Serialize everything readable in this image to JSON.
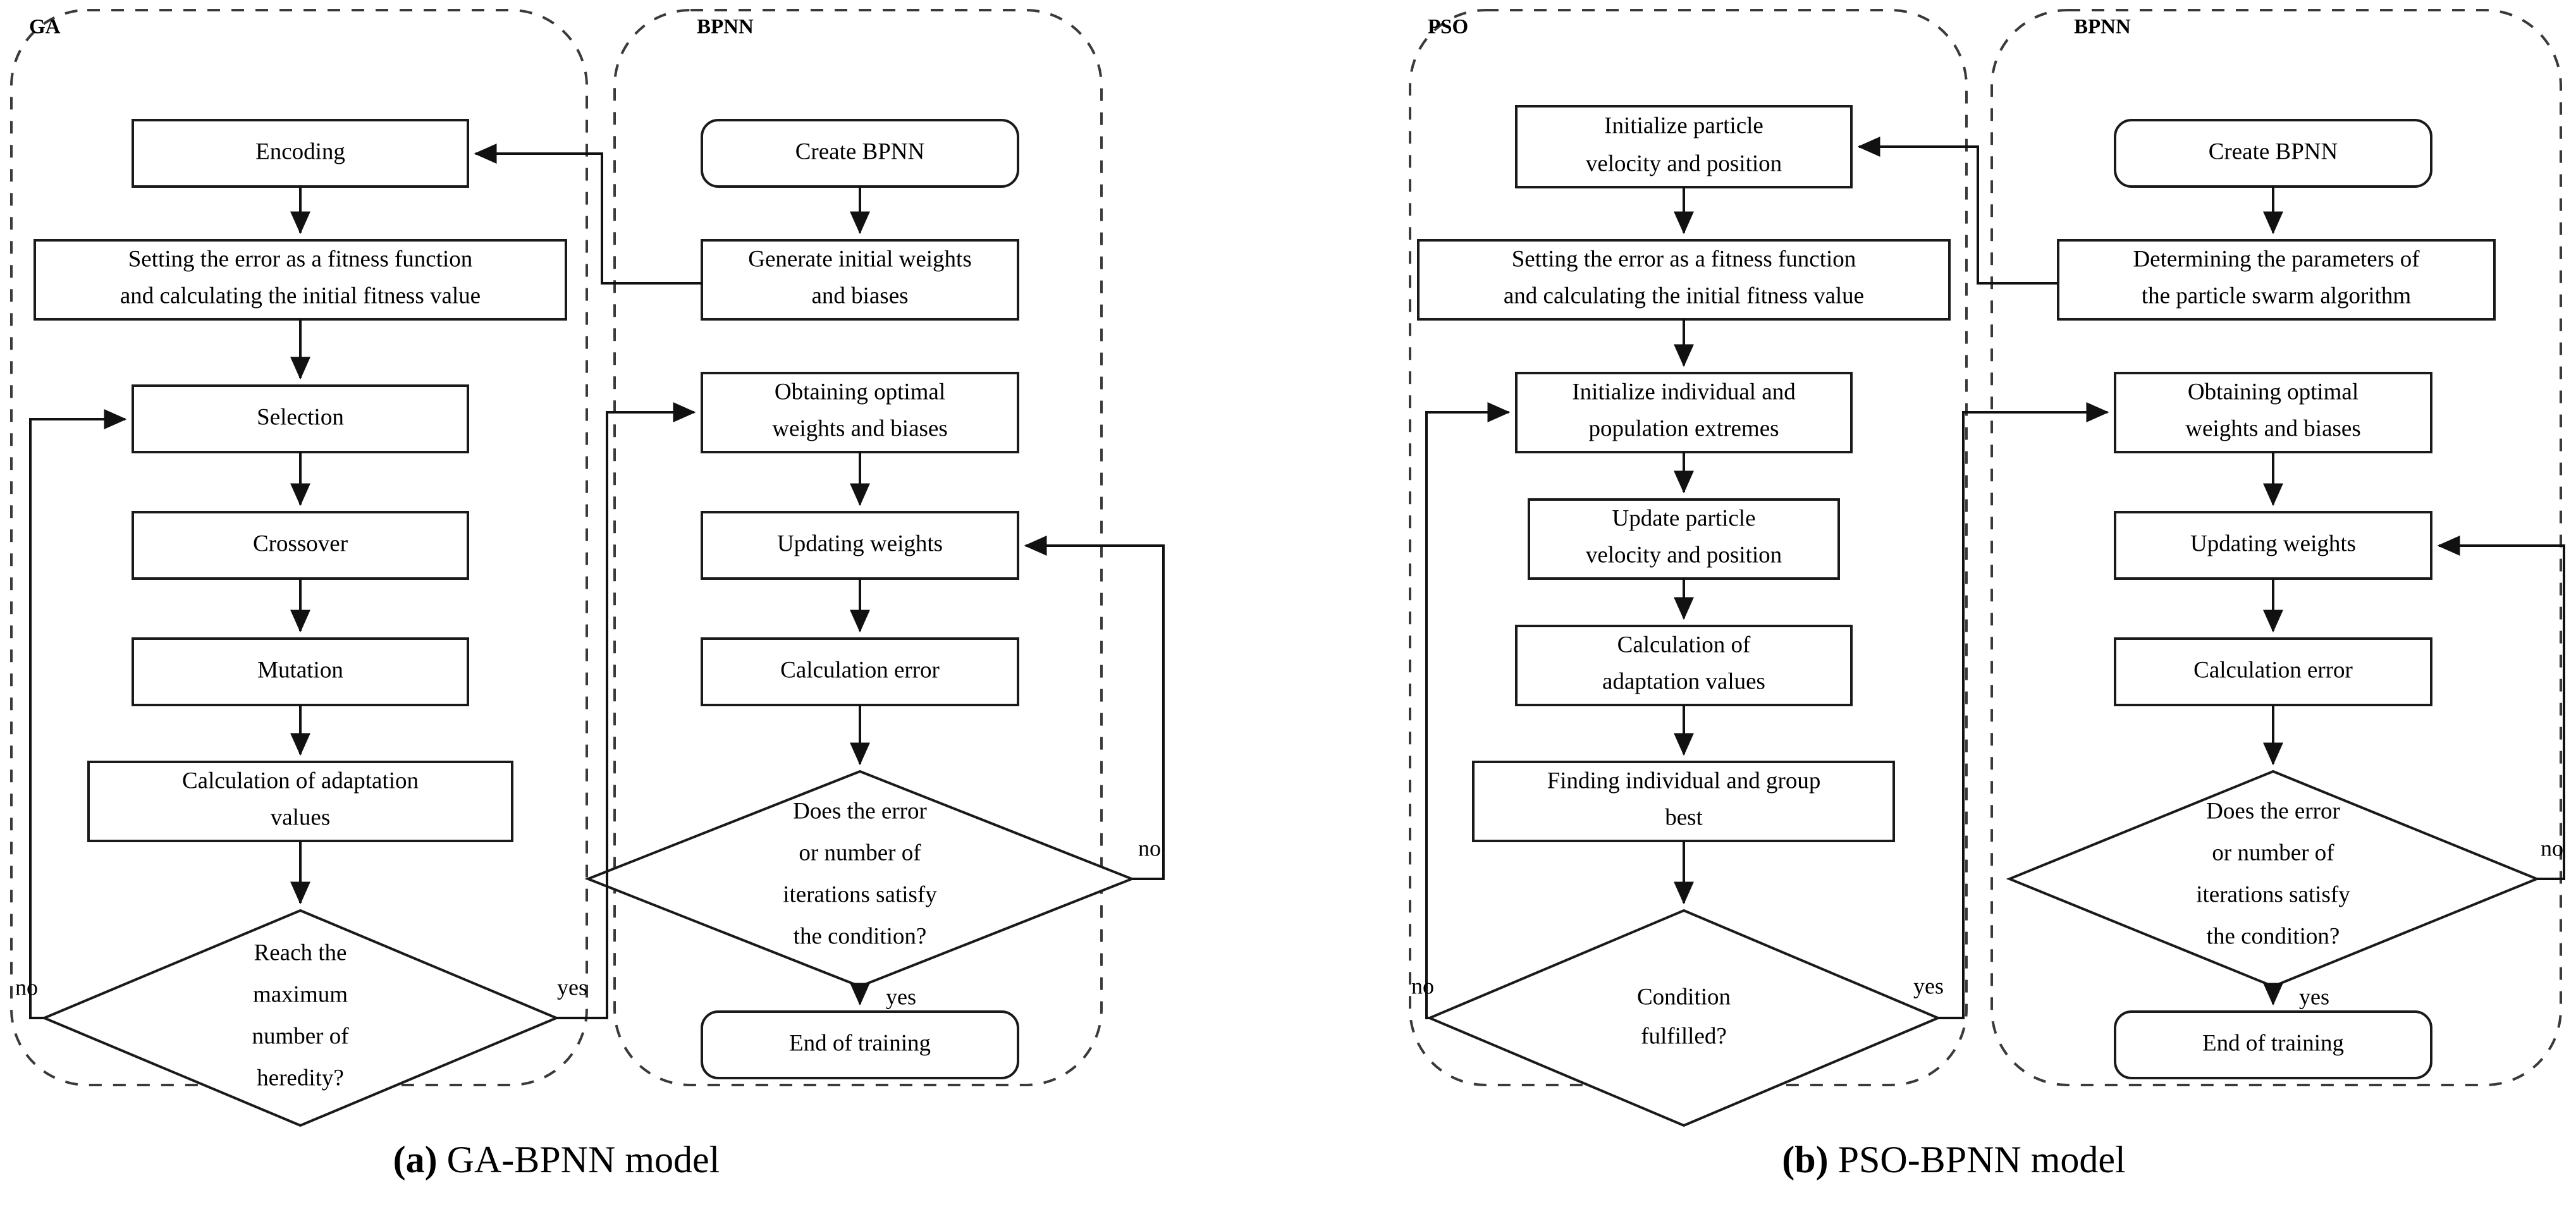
{
  "figure": {
    "captions": [
      {
        "marker": "(a)",
        "text": " GA-BPNN model"
      },
      {
        "marker": "(b)",
        "text": " PSO-BPNN model"
      }
    ]
  },
  "groups": [
    {
      "id": "ga",
      "label": "GA"
    },
    {
      "id": "bpnn1",
      "label": "BPNN"
    },
    {
      "id": "pso",
      "label": "PSO"
    },
    {
      "id": "bpnn2",
      "label": "BPNN"
    }
  ],
  "panel_a": {
    "ga": {
      "nodes": [
        {
          "id": "a-encoding",
          "type": "process",
          "label": "Encoding"
        },
        {
          "id": "a-fitness",
          "type": "process",
          "label_lines": [
            "Setting the error as a fitness function",
            "and calculating the initial fitness value"
          ]
        },
        {
          "id": "a-selection",
          "type": "process",
          "label": "Selection"
        },
        {
          "id": "a-crossover",
          "type": "process",
          "label": "Crossover"
        },
        {
          "id": "a-mutation",
          "type": "process",
          "label": "Mutation"
        },
        {
          "id": "a-calcadapt",
          "type": "process",
          "label_lines": [
            "Calculation of adaptation",
            "values"
          ]
        },
        {
          "id": "a-reachmax",
          "type": "decision",
          "label_lines": [
            "Reach the",
            "maximum",
            "number of",
            "heredity?"
          ]
        }
      ],
      "edge_labels": {
        "no": "no",
        "yes": "yes"
      }
    },
    "bpnn": {
      "nodes": [
        {
          "id": "a-createbpnn",
          "type": "terminator",
          "label": "Create BPNN"
        },
        {
          "id": "a-geninit",
          "type": "process",
          "label_lines": [
            "Generate initial weights",
            "and biases"
          ]
        },
        {
          "id": "a-obtopt",
          "type": "process",
          "label_lines": [
            "Obtaining optimal",
            "weights and biases"
          ]
        },
        {
          "id": "a-updw",
          "type": "process",
          "label": "Updating weights"
        },
        {
          "id": "a-calcerr",
          "type": "process",
          "label": "Calculation error"
        },
        {
          "id": "a-doeserr",
          "type": "decision",
          "label_lines": [
            "Does the error",
            "or number of",
            "iterations satisfy",
            "the condition?"
          ]
        },
        {
          "id": "a-endtrain",
          "type": "terminator",
          "label": "End of training"
        }
      ],
      "edge_labels": {
        "no": "no",
        "yes": "yes"
      }
    }
  },
  "panel_b": {
    "pso": {
      "nodes": [
        {
          "id": "b-initpart",
          "type": "process",
          "label_lines": [
            "Initialize particle",
            "velocity and position"
          ]
        },
        {
          "id": "b-fitness",
          "type": "process",
          "label_lines": [
            "Setting the error as a fitness function",
            "and calculating the initial fitness value"
          ]
        },
        {
          "id": "b-initindiv",
          "type": "process",
          "label_lines": [
            "Initialize individual and",
            "population extremes"
          ]
        },
        {
          "id": "b-updpart",
          "type": "process",
          "label_lines": [
            "Update particle",
            "velocity and position"
          ]
        },
        {
          "id": "b-calcadapt",
          "type": "process",
          "label_lines": [
            "Calculation of",
            "adaptation values"
          ]
        },
        {
          "id": "b-findbest",
          "type": "process",
          "label_lines": [
            "Finding individual and group",
            "best"
          ]
        },
        {
          "id": "b-cond",
          "type": "decision",
          "label_lines": [
            "Condition",
            "fulfilled?"
          ]
        }
      ],
      "edge_labels": {
        "no": "no",
        "yes": "yes"
      }
    },
    "bpnn": {
      "nodes": [
        {
          "id": "b-createbpnn",
          "type": "terminator",
          "label": "Create BPNN"
        },
        {
          "id": "b-detparams",
          "type": "process",
          "label_lines": [
            "Determining the parameters of",
            "the particle swarm algorithm"
          ]
        },
        {
          "id": "b-obtopt",
          "type": "process",
          "label_lines": [
            "Obtaining optimal",
            "weights and biases"
          ]
        },
        {
          "id": "b-updw",
          "type": "process",
          "label": "Updating weights"
        },
        {
          "id": "b-calcerr",
          "type": "process",
          "label": "Calculation error"
        },
        {
          "id": "b-doeserr",
          "type": "decision",
          "label_lines": [
            "Does the error",
            "or number of",
            "iterations satisfy",
            "the condition?"
          ]
        },
        {
          "id": "b-endtrain",
          "type": "terminator",
          "label": "End of training"
        }
      ],
      "edge_labels": {
        "no": "no",
        "yes": "yes"
      }
    }
  },
  "colors": {
    "background": "#ffffff",
    "stroke": "#111111",
    "group_stroke": "#3a3a3a",
    "text": "#000000"
  }
}
